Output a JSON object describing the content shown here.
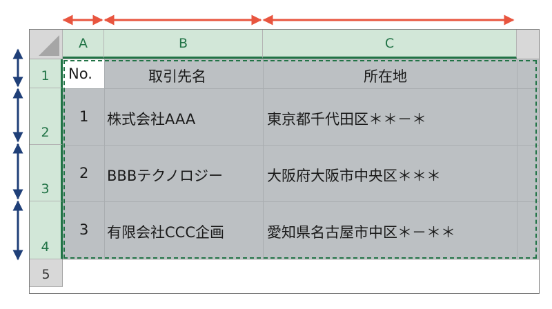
{
  "columns": [
    "A",
    "B",
    "C"
  ],
  "rows": [
    "1",
    "2",
    "3",
    "4",
    "5"
  ],
  "header": {
    "no": "No.",
    "partner": "取引先名",
    "address": "所在地"
  },
  "records": [
    {
      "no": "1",
      "name": "株式会社AAA",
      "address": "東京都千代田区＊＊－＊"
    },
    {
      "no": "2",
      "name": "BBBテクノロジー",
      "address": "大阪府大阪市中央区＊＊＊"
    },
    {
      "no": "3",
      "name": "有限会社CCC企画",
      "address": "愛知県名古屋市中区＊－＊＊"
    }
  ],
  "colors": {
    "column_width_arrow": "#e8553f",
    "row_height_arrow": "#1f3f78",
    "excel_green": "#217346",
    "selection_fill": "#bcc0c3"
  }
}
